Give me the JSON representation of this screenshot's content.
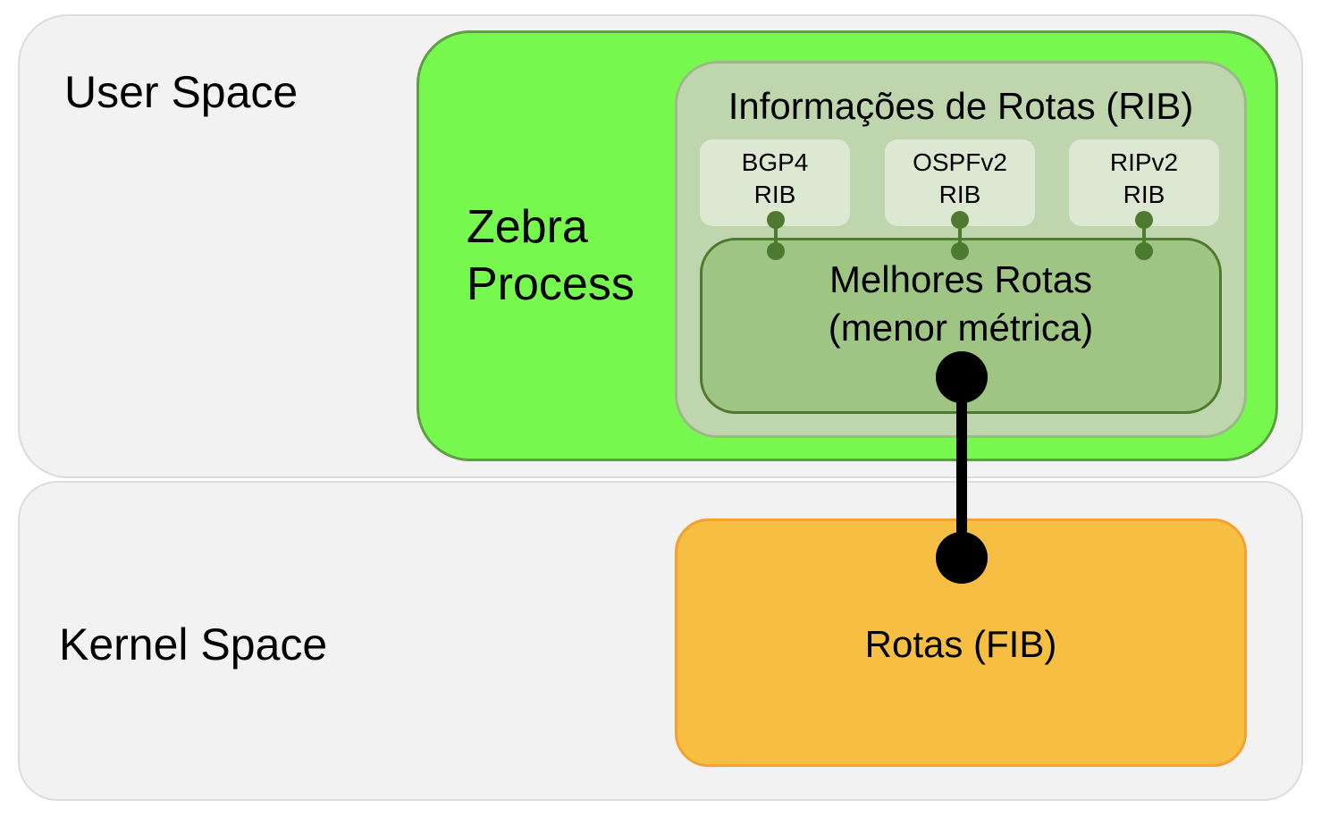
{
  "regions": {
    "user_space": "User Space",
    "kernel_space": "Kernel Space"
  },
  "zebra": {
    "label": "Zebra\nProcess"
  },
  "rib": {
    "title": "Informações de Rotas (RIB)",
    "protocols": [
      {
        "name": "BGP4\nRIB"
      },
      {
        "name": "OSPFv2\nRIB"
      },
      {
        "name": "RIPv2\nRIB"
      }
    ],
    "best_routes": "Melhores Rotas\n(menor métrica)"
  },
  "fib": {
    "label": "Rotas (FIB)"
  },
  "colors": {
    "region_fill": "#f2f2f2",
    "zebra_fill": "#77f84e",
    "rib_fill": "#bed5ad",
    "best_fill": "#9fc584",
    "fib_fill": "#f6bf43",
    "small_connector": "#4d7a2e",
    "main_connector": "#000000"
  }
}
